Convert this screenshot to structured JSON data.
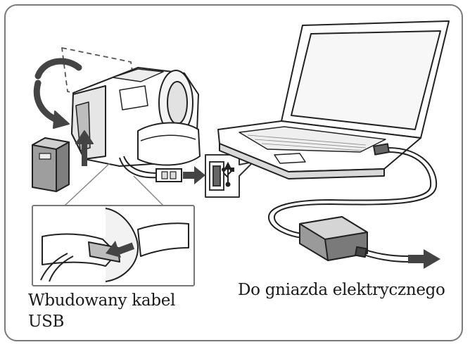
{
  "labels": {
    "builtin_usb_cable_line1": "Wbudowany kabel",
    "builtin_usb_cable_line2": "USB",
    "to_power_outlet": "Do gniazda elektrycznego"
  },
  "icons": {
    "usb_symbol": "usb-trident-icon"
  },
  "colors": {
    "frame": "#7a7a7a",
    "line": "#222222",
    "shade": "#cfcfcf",
    "dark": "#555555"
  }
}
